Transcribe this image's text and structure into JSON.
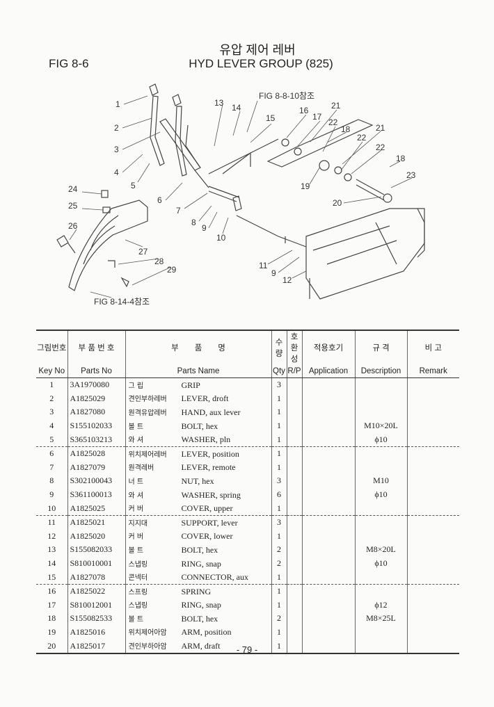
{
  "header": {
    "korean_title": "유압 제어 레버",
    "fig": "FIG 8-6",
    "title": "HYD LEVER GROUP (825)"
  },
  "diagram": {
    "ref_top": "FIG 8-8-10참조",
    "ref_bottom": "FIG 8-14-4참조",
    "callouts": [
      "1",
      "2",
      "3",
      "4",
      "5",
      "6",
      "7",
      "8",
      "9",
      "10",
      "11",
      "9",
      "12",
      "13",
      "14",
      "15",
      "16",
      "17",
      "21",
      "22",
      "18",
      "21",
      "22",
      "22",
      "18",
      "23",
      "19",
      "20",
      "24",
      "25",
      "26",
      "27",
      "28",
      "29"
    ]
  },
  "table": {
    "headers_ko": [
      "그림번호",
      "부 품 번 호",
      "부　　품　　명",
      "수량",
      "호환성",
      "적용호기",
      "규 격",
      "비 고"
    ],
    "headers_en": [
      "Key No",
      "Parts No",
      "Parts Name",
      "Qty",
      "R/P",
      "Application",
      "Description",
      "Remark"
    ],
    "rows": [
      {
        "key": "1",
        "part_no": "3A1970080",
        "name_ko": "그 립",
        "name_en": "GRIP",
        "qty": "3",
        "desc": ""
      },
      {
        "key": "2",
        "part_no": "A1825029",
        "name_ko": "견인부하레버",
        "name_en": "LEVER, droft",
        "qty": "1",
        "desc": ""
      },
      {
        "key": "3",
        "part_no": "A1827080",
        "name_ko": "원격유압레버",
        "name_en": "HAND, aux lever",
        "qty": "1",
        "desc": ""
      },
      {
        "key": "4",
        "part_no": "S155102033",
        "name_ko": "볼 트",
        "name_en": "BOLT, hex",
        "qty": "1",
        "desc": "M10×20L"
      },
      {
        "key": "5",
        "part_no": "S365103213",
        "name_ko": "와 셔",
        "name_en": "WASHER, pln",
        "qty": "1",
        "desc": "ϕ10"
      },
      {
        "key": "6",
        "part_no": "A1825028",
        "name_ko": "위치제어레버",
        "name_en": "LEVER, position",
        "qty": "1",
        "desc": ""
      },
      {
        "key": "7",
        "part_no": "A1827079",
        "name_ko": "원격레버",
        "name_en": "LEVER, remote",
        "qty": "1",
        "desc": ""
      },
      {
        "key": "8",
        "part_no": "S302100043",
        "name_ko": "너 트",
        "name_en": "NUT, hex",
        "qty": "3",
        "desc": "M10"
      },
      {
        "key": "9",
        "part_no": "S361100013",
        "name_ko": "와 셔",
        "name_en": "WASHER, spring",
        "qty": "6",
        "desc": "ϕ10"
      },
      {
        "key": "10",
        "part_no": "A1825025",
        "name_ko": "커 버",
        "name_en": "COVER, upper",
        "qty": "1",
        "desc": ""
      },
      {
        "key": "11",
        "part_no": "A1825021",
        "name_ko": "지지대",
        "name_en": "SUPPORT, lever",
        "qty": "3",
        "desc": ""
      },
      {
        "key": "12",
        "part_no": "A1825020",
        "name_ko": "커 버",
        "name_en": "COVER, lower",
        "qty": "1",
        "desc": ""
      },
      {
        "key": "13",
        "part_no": "S155082033",
        "name_ko": "볼 트",
        "name_en": "BOLT, hex",
        "qty": "2",
        "desc": "M8×20L"
      },
      {
        "key": "14",
        "part_no": "S810010001",
        "name_ko": "스냅링",
        "name_en": "RING, snap",
        "qty": "2",
        "desc": "ϕ10"
      },
      {
        "key": "15",
        "part_no": "A1827078",
        "name_ko": "콘넥터",
        "name_en": "CONNECTOR, aux",
        "qty": "1",
        "desc": ""
      },
      {
        "key": "16",
        "part_no": "A1825022",
        "name_ko": "스프링",
        "name_en": "SPRING",
        "qty": "1",
        "desc": ""
      },
      {
        "key": "17",
        "part_no": "S810012001",
        "name_ko": "스냅링",
        "name_en": "RING, snap",
        "qty": "1",
        "desc": "ϕ12"
      },
      {
        "key": "18",
        "part_no": "S155082533",
        "name_ko": "볼 트",
        "name_en": "BOLT, hex",
        "qty": "2",
        "desc": "M8×25L"
      },
      {
        "key": "19",
        "part_no": "A1825016",
        "name_ko": "위치제어아암",
        "name_en": "ARM, position",
        "qty": "1",
        "desc": ""
      },
      {
        "key": "20",
        "part_no": "A1825017",
        "name_ko": "견인부하아암",
        "name_en": "ARM, draft",
        "qty": "1",
        "desc": ""
      }
    ]
  },
  "footer": {
    "page": "- 79 -"
  }
}
